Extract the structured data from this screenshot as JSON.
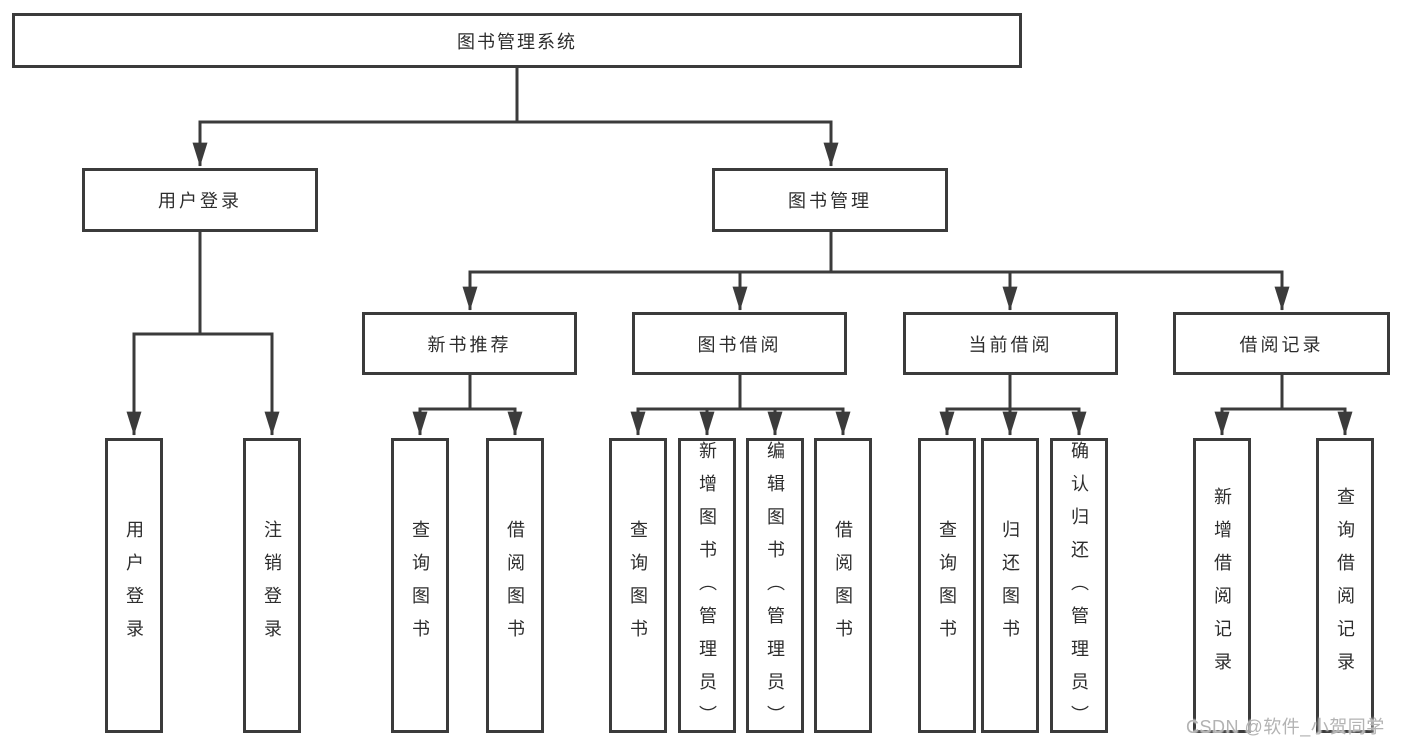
{
  "colors": {
    "line": "#3b3b3b",
    "box_border": "#3b3b3b",
    "text": "#2d2d2d",
    "background": "#ffffff",
    "watermark": "#b3b3b3"
  },
  "watermark": {
    "text": "CSDN @软件_小贺同学"
  },
  "tree": {
    "root": {
      "label": "图书管理系统"
    },
    "branches": [
      {
        "label": "用户登录",
        "children": [
          "用户登录",
          "注销登录"
        ]
      },
      {
        "label": "图书管理",
        "children": [
          {
            "label": "新书推荐",
            "children": [
              "查询图书",
              "借阅图书"
            ]
          },
          {
            "label": "图书借阅",
            "children": [
              "查询图书",
              "新增图书（管理员）",
              "编辑图书（管理员）",
              "借阅图书"
            ]
          },
          {
            "label": "当前借阅",
            "children": [
              "查询图书",
              "归还图书",
              "确认归还（管理员）"
            ]
          },
          {
            "label": "借阅记录",
            "children": [
              "新增借阅记录",
              "查询借阅记录"
            ]
          }
        ]
      }
    ]
  }
}
